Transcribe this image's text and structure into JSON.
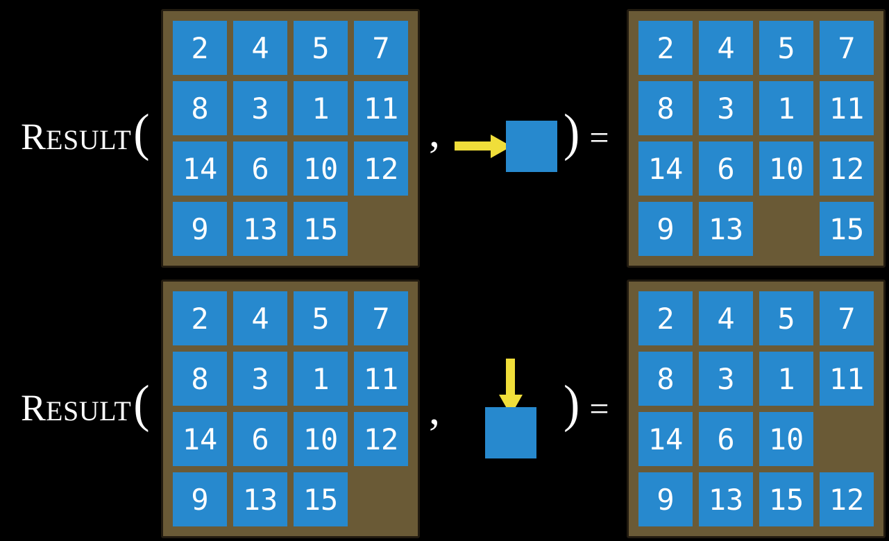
{
  "figure": {
    "description": "Two examples of the RESULT function applied to a 15-puzzle state and a sliding-move action",
    "function_initial": "R",
    "function_rest": "ESULT",
    "open_paren": "(",
    "comma": ",",
    "close_paren": ")",
    "equals": "="
  },
  "colors": {
    "background": "#000000",
    "frame_brown": "#6a5a36",
    "frame_edge": "#221b10",
    "tile_blue": "#2789ce",
    "arrow_yellow": "#f0de3a",
    "text_white": "#ffffff"
  },
  "examples": [
    {
      "id": "slide-right",
      "move_direction": "right",
      "move_icon": "right-arrow-icon",
      "input_grid": [
        [
          "2",
          "4",
          "5",
          "7"
        ],
        [
          "8",
          "3",
          "1",
          "11"
        ],
        [
          "14",
          "6",
          "10",
          "12"
        ],
        [
          "9",
          "13",
          "15",
          ""
        ]
      ],
      "output_grid": [
        [
          "2",
          "4",
          "5",
          "7"
        ],
        [
          "8",
          "3",
          "1",
          "11"
        ],
        [
          "14",
          "6",
          "10",
          "12"
        ],
        [
          "9",
          "13",
          "",
          "15"
        ]
      ]
    },
    {
      "id": "slide-down",
      "move_direction": "down",
      "move_icon": "down-arrow-icon",
      "input_grid": [
        [
          "2",
          "4",
          "5",
          "7"
        ],
        [
          "8",
          "3",
          "1",
          "11"
        ],
        [
          "14",
          "6",
          "10",
          "12"
        ],
        [
          "9",
          "13",
          "15",
          ""
        ]
      ],
      "output_grid": [
        [
          "2",
          "4",
          "5",
          "7"
        ],
        [
          "8",
          "3",
          "1",
          "11"
        ],
        [
          "14",
          "6",
          "10",
          ""
        ],
        [
          "9",
          "13",
          "15",
          "12"
        ]
      ]
    }
  ]
}
